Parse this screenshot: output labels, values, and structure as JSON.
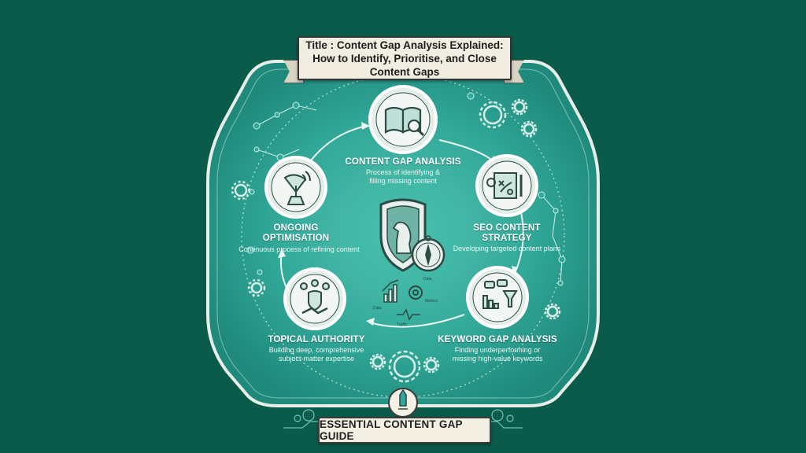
{
  "title": "Title : Content Gap Analysis Explained: How to Identify, Prioritise, and Close Content Gaps",
  "nodes": [
    {
      "title": "CONTENT GAP ANALYSIS",
      "desc_1": "Process of identifying &",
      "desc_2": "filling missing content",
      "icon": "book-magnifier-icon"
    },
    {
      "title_1": "SEO CONTENT",
      "title_2": "STRATEGY",
      "desc": "Developing targeted content plans",
      "icon": "strategy-board-icon"
    },
    {
      "title": "KEYWORD GAP ANALYSIS",
      "desc_1": "Finding underperforming or",
      "desc_2": "missing high-value keywords",
      "icon": "chart-funnel-icon"
    },
    {
      "title": "TOPICAL AUTHORITY",
      "desc_1": "Building deep, comprehensive",
      "desc_2": "subject-matter expertise",
      "icon": "handshake-shield-icon"
    },
    {
      "title_1": "ONGOING",
      "title_2": "OPTIMISATION",
      "desc": "Continuous process of refining content",
      "icon": "satellite-dish-icon"
    }
  ],
  "center": {
    "icon": "shield-chess-knight-icon",
    "compass_icon": "compass-icon",
    "mini_labels": [
      "Data",
      "Metrics",
      "Data",
      "Traffic"
    ]
  },
  "footer": {
    "label": "ESSENTIAL CONTENT GAP GUIDE",
    "icon": "rocket-emblem-icon"
  },
  "colors": {
    "background": "#0b5b4a",
    "panel": "#2fa79a",
    "panel_border": "#e9efe9",
    "node_ring": "#e6efe9"
  }
}
